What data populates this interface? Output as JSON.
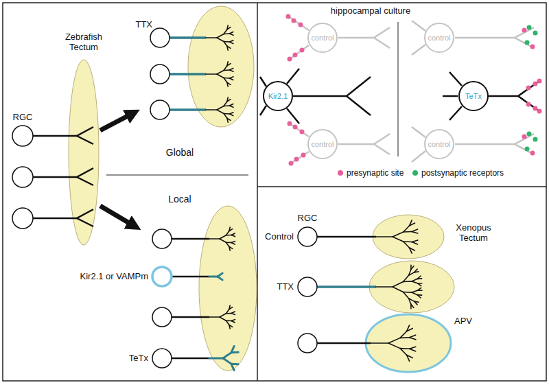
{
  "diagram": {
    "nodes": [
      {
        "text": [
          "control"
        ]
      },
      {
        "text": [
          "Kir2.1"
        ]
      },
      {
        "text": [
          "control"
        ]
      },
      {
        "text": [
          "control"
        ]
      },
      {
        "text": [
          "TeTx"
        ]
      },
      {
        "text": [
          "control"
        ]
      }
    ],
    "labels": [
      "Zebrafish Tectum",
      "RGC",
      "TTX",
      "Global",
      "Local",
      "Kir2.1 or VAMPm",
      "TeTx",
      "hippocampal culture",
      "RGC",
      "Control",
      "Xenopus Tectum",
      "TTX",
      "APV"
    ],
    "legend": [
      {
        "text": "presynaptic site",
        "color": "#e8609a"
      },
      {
        "text": "postsynaptic receptors",
        "color": "#2fb36b"
      }
    ]
  }
}
